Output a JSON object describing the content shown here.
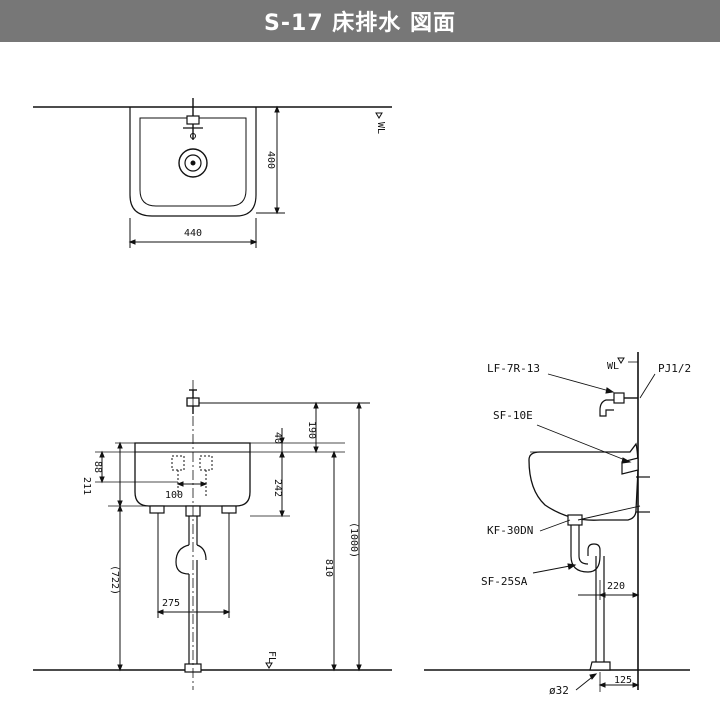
{
  "title": "S-17 床排水 図面",
  "colors": {
    "title_bg": "#777777",
    "title_fg": "#ffffff",
    "line": "#111111"
  },
  "top_view": {
    "width_dim": "440",
    "depth_dim": "400",
    "wall_mark": "WL"
  },
  "front_view": {
    "dims": {
      "d190": "190",
      "d40": "40",
      "d88": "88",
      "d211": "211",
      "d242": "242",
      "d100": "100",
      "d1000": "(1000)",
      "d810": "810",
      "d722": "(722)",
      "d275": "275"
    },
    "floor_mark": "FL"
  },
  "side_view": {
    "wall_mark": "WL",
    "parts": {
      "faucet": "LF-7R-13",
      "supply": "PJ1/2",
      "bracket": "SF-10E",
      "drain": "KF-30DN",
      "trap": "SF-25SA"
    },
    "dims": {
      "d220": "220",
      "d125": "125",
      "pipe": "ø32"
    }
  }
}
